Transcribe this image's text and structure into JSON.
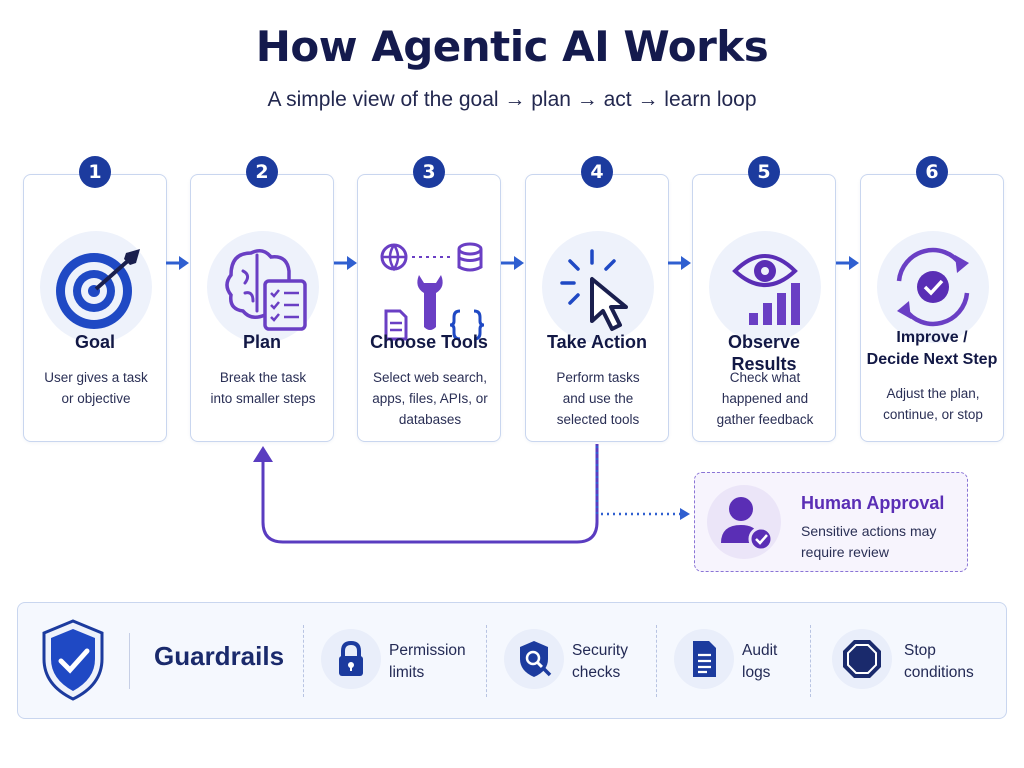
{
  "header": {
    "title": "How Agentic AI Works",
    "subtitle": "A simple view of the goal → plan → act → learn loop"
  },
  "steps": [
    {
      "number": "1",
      "title": "Goal",
      "title_line2": "",
      "desc_line1": "User gives a task",
      "desc_line2": "or objective",
      "desc_line3": "",
      "icon": "target-icon"
    },
    {
      "number": "2",
      "title": "Plan",
      "title_line2": "",
      "desc_line1": "Break the task",
      "desc_line2": "into smaller steps",
      "desc_line3": "",
      "icon": "brain-checklist-icon"
    },
    {
      "number": "3",
      "title": "Choose Tools",
      "title_line2": "",
      "desc_line1": "Select web search,",
      "desc_line2": "apps, files, APIs, or",
      "desc_line3": "databases",
      "icon": "tools-icon"
    },
    {
      "number": "4",
      "title": "Take Action",
      "title_line2": "",
      "desc_line1": "Perform tasks",
      "desc_line2": "and use the",
      "desc_line3": "selected tools",
      "icon": "cursor-click-icon"
    },
    {
      "number": "5",
      "title": "Observe Results",
      "title_line2": "",
      "desc_line1": "Check what",
      "desc_line2": "happened and",
      "desc_line3": "gather feedback",
      "icon": "eye-chart-icon"
    },
    {
      "number": "6",
      "title": "Improve /",
      "title_line2": "Decide Next Step",
      "desc_line1": "Adjust the plan,",
      "desc_line2": "continue, or stop",
      "desc_line3": "",
      "icon": "refresh-check-icon"
    }
  ],
  "approval": {
    "title": "Human Approval",
    "desc_line1": "Sensitive actions may",
    "desc_line2": "require review",
    "icon": "user-check-icon"
  },
  "guardrails": {
    "title": "Guardrails",
    "icon": "shield-check-icon",
    "items": [
      {
        "line1": "Permission",
        "line2": "limits",
        "icon": "lock-icon"
      },
      {
        "line1": "Security",
        "line2": "checks",
        "icon": "shield-search-icon"
      },
      {
        "line1": "Audit",
        "line2": "logs",
        "icon": "document-icon"
      },
      {
        "line1": "Stop",
        "line2": "conditions",
        "icon": "stop-octagon-icon"
      }
    ]
  },
  "colors": {
    "navy": "#1c3b9e",
    "blue": "#2f5fd0",
    "purple": "#6a3fc4",
    "light_bg": "#eef2fb"
  }
}
